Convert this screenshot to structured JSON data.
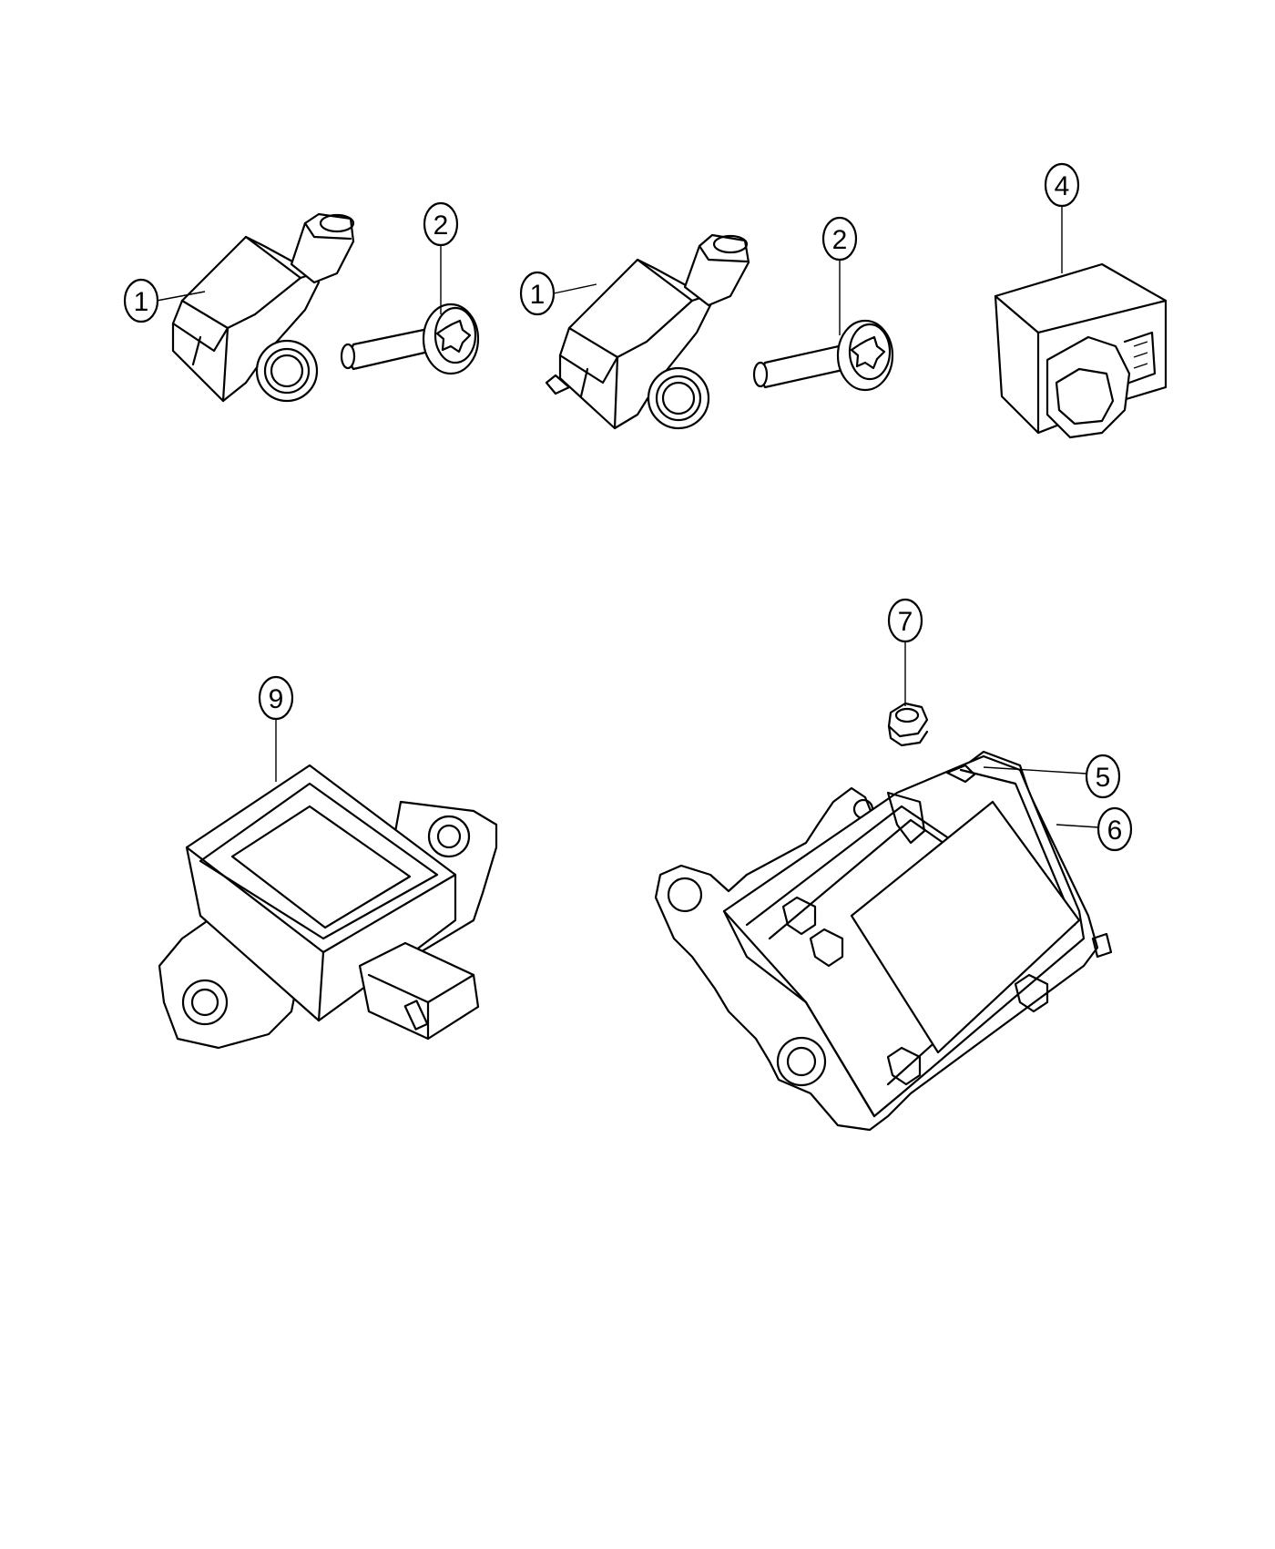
{
  "diagram": {
    "callouts": [
      {
        "id": "c1a",
        "label": "1"
      },
      {
        "id": "c2a",
        "label": "2"
      },
      {
        "id": "c1b",
        "label": "1"
      },
      {
        "id": "c2b",
        "label": "2"
      },
      {
        "id": "c4",
        "label": "4"
      },
      {
        "id": "c7",
        "label": "7"
      },
      {
        "id": "c5",
        "label": "5"
      },
      {
        "id": "c6",
        "label": "6"
      },
      {
        "id": "c9",
        "label": "9"
      }
    ],
    "parts": [
      {
        "name": "impact-sensor",
        "callout": "1"
      },
      {
        "name": "sensor-screw",
        "callout": "2"
      },
      {
        "name": "connector-sensor",
        "callout": "4"
      },
      {
        "name": "module-nut",
        "callout": "7"
      },
      {
        "name": "occupant-restraint-module",
        "callout": "5"
      },
      {
        "name": "module-bracket",
        "callout": "6"
      },
      {
        "name": "dynamics-sensor",
        "callout": "9"
      }
    ]
  }
}
